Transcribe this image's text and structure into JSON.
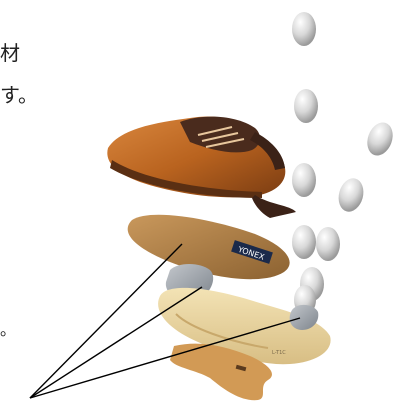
{
  "text_fragments": {
    "line1": "材",
    "line2": "す。",
    "line3": "。"
  },
  "logo": {
    "brand_text": "YONEX"
  },
  "insole_marking": "L-T1C"
}
